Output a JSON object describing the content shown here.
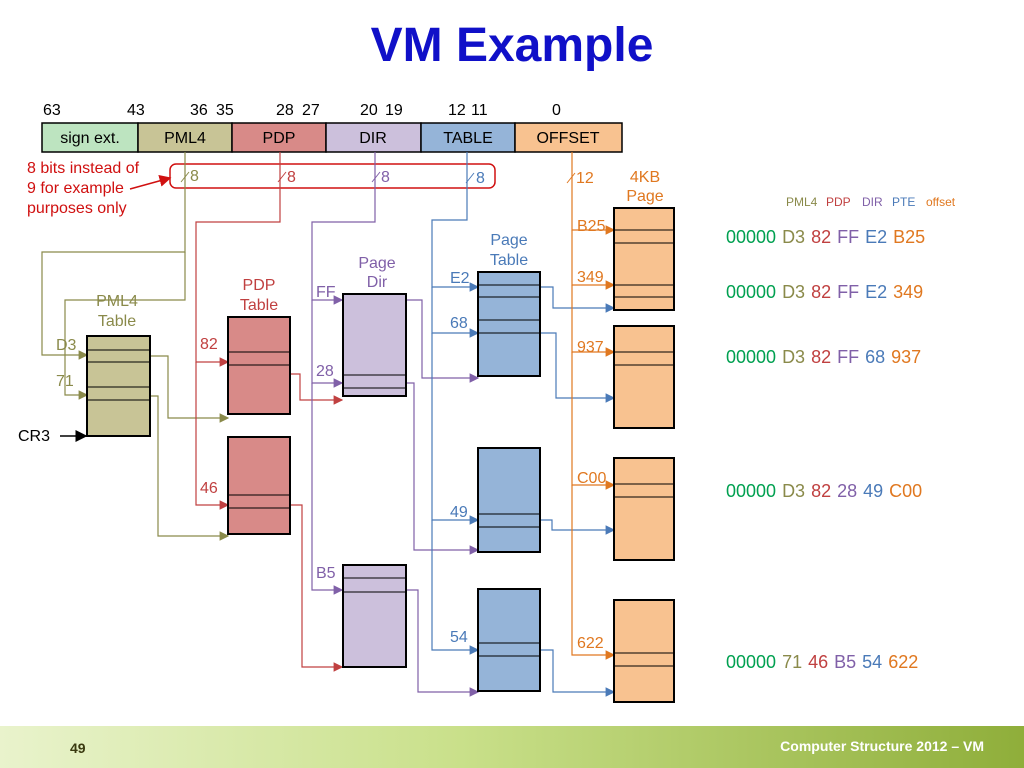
{
  "title": "VM Example",
  "bit_labels": [
    "63",
    "43",
    "36",
    "35",
    "28",
    "27",
    "20",
    "19",
    "12",
    "11",
    "0"
  ],
  "fields": [
    "sign ext.",
    "PML4",
    "PDP",
    "DIR",
    "TABLE",
    "OFFSET"
  ],
  "note": [
    "8 bits instead of",
    "9 for example",
    "purposes only"
  ],
  "widths": [
    "8",
    "8",
    "8",
    "8",
    "12"
  ],
  "tables": {
    "pml4": [
      "PML4",
      "Table"
    ],
    "pdp": [
      "PDP",
      "Table"
    ],
    "dir": [
      "Page",
      "Dir"
    ],
    "pt": [
      "Page",
      "Table"
    ],
    "page": [
      "4KB",
      "Page"
    ]
  },
  "cr3": "CR3",
  "entry_labels": {
    "pml4": [
      "D3",
      "71"
    ],
    "pdp": [
      "82",
      "46"
    ],
    "dir": [
      "FF",
      "28",
      "B5"
    ],
    "pt": [
      "E2",
      "68",
      "49",
      "54"
    ],
    "page": [
      "B25",
      "349",
      "937",
      "C00",
      "622"
    ]
  },
  "addr_header": [
    "PML4",
    "PDP",
    "DIR",
    "PTE",
    "offset"
  ],
  "addresses": [
    [
      "00000",
      "D3",
      "82",
      "FF",
      "E2",
      "B25"
    ],
    [
      "00000",
      "D3",
      "82",
      "FF",
      "E2",
      "349"
    ],
    [
      "00000",
      "D3",
      "82",
      "FF",
      "68",
      "937"
    ],
    [
      "00000",
      "D3",
      "82",
      "28",
      "49",
      "C00"
    ],
    [
      "00000",
      "71",
      "46",
      "B5",
      "54",
      "622"
    ]
  ],
  "colors": {
    "title": "#1010c8",
    "sign": "#00a050",
    "pml4": "#8a8a4a",
    "pdp": "#c04040",
    "dir": "#8060a8",
    "pt": "#4a7ab8",
    "offset": "#e07820",
    "note": "#d01010"
  },
  "footer": {
    "page": "49",
    "text": "Computer Structure 2012 – VM"
  }
}
